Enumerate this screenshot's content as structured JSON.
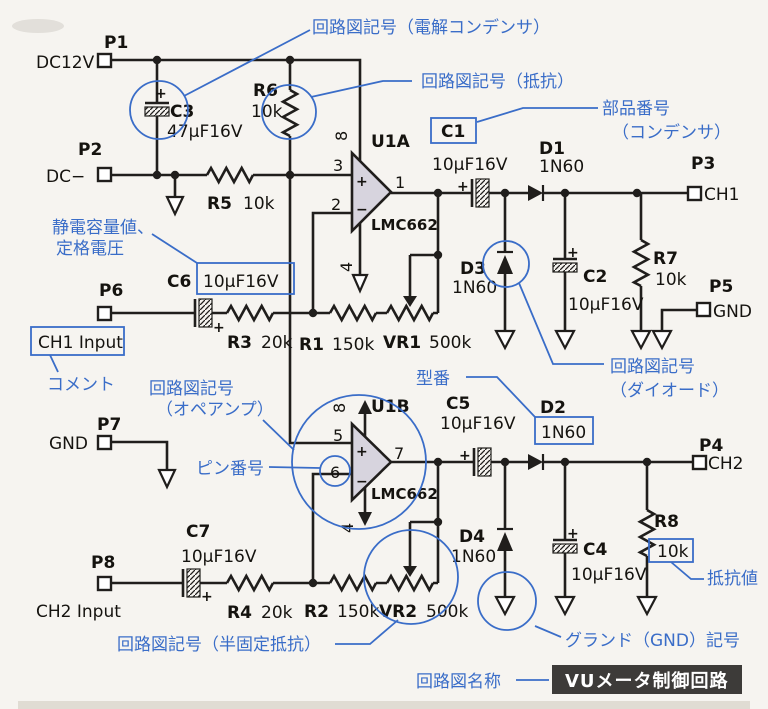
{
  "colors": {
    "annotation": "#3a6dc8",
    "wire": "#201e1c",
    "opamp_fill": "#d7d4de",
    "title_bg": "#3d3b39",
    "title_fg": "#ffffff",
    "paper": "#f6f4f0"
  },
  "schematic_title": {
    "label": "VUメータ制御回路"
  },
  "annotations": {
    "electrolytic_symbol": "回路図記号（電解コンデンサ）",
    "resistor_symbol": "回路図記号（抵抗）",
    "part_number_1": "部品番号",
    "part_number_2": "（コンデンサ）",
    "capacitance_1": "静電容量値、",
    "capacitance_2": "定格電圧",
    "comment": "コメント",
    "opamp_symbol_1": "回路図記号",
    "opamp_symbol_2": "（オペアンプ）",
    "pin_number": "ピン番号",
    "model_number": "型番",
    "diode_symbol_1": "回路図記号",
    "diode_symbol_2": "（ダイオード）",
    "trimmer_symbol": "回路図記号（半固定抵抗）",
    "ground_symbol": "グランド（GND）記号",
    "schematic_name": "回路図名称",
    "resistance_value": "抵抗値"
  },
  "connectors": {
    "p1": {
      "ref": "P1",
      "label": "DC12V"
    },
    "p2": {
      "ref": "P2",
      "label": "DC−"
    },
    "p3": {
      "ref": "P3",
      "label": "CH1"
    },
    "p4": {
      "ref": "P4",
      "label": "CH2"
    },
    "p5": {
      "ref": "P5",
      "label": "GND"
    },
    "p6": {
      "ref": "P6",
      "comment": "CH1 Input"
    },
    "p7": {
      "ref": "P7",
      "label": "GND"
    },
    "p8": {
      "ref": "P8",
      "comment": "CH2 Input"
    }
  },
  "components": {
    "c1": {
      "ref": "C1",
      "value": "10μF16V"
    },
    "c2": {
      "ref": "C2",
      "value": "10μF16V"
    },
    "c3": {
      "ref": "C3",
      "value": "47μF16V"
    },
    "c4": {
      "ref": "C4",
      "value": "10μF16V"
    },
    "c5": {
      "ref": "C5",
      "value": "10μF16V"
    },
    "c6": {
      "ref": "C6",
      "value": "10μF16V"
    },
    "c7": {
      "ref": "C7",
      "value": "10μF16V"
    },
    "r1": {
      "ref": "R1",
      "value": "150k"
    },
    "r2": {
      "ref": "R2",
      "value": "150k"
    },
    "r3": {
      "ref": "R3",
      "value": "20k"
    },
    "r4": {
      "ref": "R4",
      "value": "20k"
    },
    "r5": {
      "ref": "R5",
      "value": "10k"
    },
    "r6": {
      "ref": "R6",
      "value": "10k"
    },
    "r7": {
      "ref": "R7",
      "value": "10k"
    },
    "r8": {
      "ref": "R8",
      "value": "10k"
    },
    "vr1": {
      "ref": "VR1",
      "value": "500k"
    },
    "vr2": {
      "ref": "VR2",
      "value": "500k"
    },
    "d1": {
      "ref": "D1",
      "value": "1N60"
    },
    "d2": {
      "ref": "D2",
      "value": "1N60"
    },
    "d3": {
      "ref": "D3",
      "value": "1N60"
    },
    "d4": {
      "ref": "D4",
      "value": "1N60"
    },
    "u1a": {
      "ref": "U1A",
      "part": "LMC662"
    },
    "u1b": {
      "ref": "U1B",
      "part": "LMC662"
    }
  },
  "pins": {
    "u1a": {
      "non_inv": "3",
      "inv": "2",
      "out": "1",
      "vplus": "8",
      "vminus": "4"
    },
    "u1b": {
      "non_inv": "5",
      "inv": "6",
      "out": "7",
      "vplus": "8",
      "vminus": "4"
    }
  },
  "marks": {
    "plus": "+",
    "minus": "−"
  }
}
